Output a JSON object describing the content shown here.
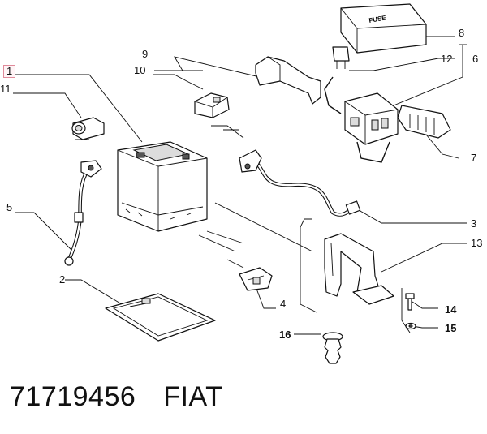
{
  "parts": [
    {
      "id": "p1",
      "label": "1",
      "highlighted": true
    },
    {
      "id": "p2",
      "label": "2"
    },
    {
      "id": "p3",
      "label": "3"
    },
    {
      "id": "p4",
      "label": "4"
    },
    {
      "id": "p5",
      "label": "5"
    },
    {
      "id": "p6",
      "label": "6"
    },
    {
      "id": "p7",
      "label": "7"
    },
    {
      "id": "p8",
      "label": "8"
    },
    {
      "id": "p9",
      "label": "9"
    },
    {
      "id": "p10",
      "label": "10"
    },
    {
      "id": "p11",
      "label": "11"
    },
    {
      "id": "p12",
      "label": "12"
    },
    {
      "id": "p13",
      "label": "13"
    },
    {
      "id": "p14",
      "label": "14"
    },
    {
      "id": "p15",
      "label": "15"
    },
    {
      "id": "p16",
      "label": "16"
    }
  ],
  "fuse_cover_text": "FUSE",
  "caption": {
    "part_number": "71719456",
    "brand": "FIAT"
  },
  "colors": {
    "line": "#111111",
    "highlight_border": "#e08a9a"
  }
}
